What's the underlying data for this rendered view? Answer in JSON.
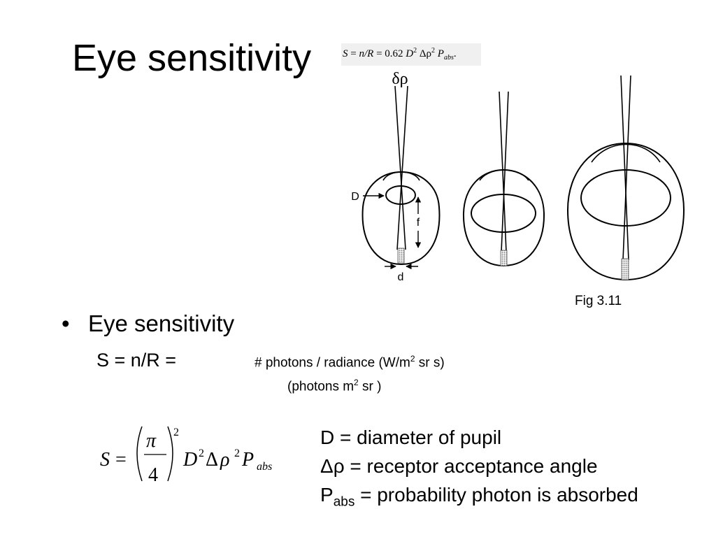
{
  "slide": {
    "title": "Eye sensitivity",
    "figure_label": "Fig 3.11",
    "bullet": "Eye sensitivity",
    "sn_prefix": "S = n/R =",
    "unit_line1_a": "# photons  / radiance (W/m",
    "unit_line1_sup": "2",
    "unit_line1_b": " sr  s)",
    "unit_line2_a": "(photons m",
    "unit_line2_sup": "2",
    "unit_line2_b": " sr )"
  },
  "figure": {
    "caption_s": "S",
    "caption_eq": " = ",
    "caption_nr": "n/R",
    "caption_rest": " = 0.62 ",
    "caption_d": "D",
    "caption_sup1": "2",
    "caption_drho": " Δρ",
    "caption_sup2": "2",
    "caption_p": " P",
    "caption_sub": "abs",
    "caption_end": ".",
    "delta_rho": "δρ",
    "label_D": "D",
    "label_f": "f",
    "label_d": "d"
  },
  "equation": {
    "lhs": "S",
    "equals": "=",
    "numerator": "π",
    "denominator": "4",
    "paren_exp": "2",
    "D": "D",
    "D_exp": "2",
    "delta": "Δ",
    "rho": "ρ",
    "rho_exp": "2",
    "P": "P",
    "P_sub": "abs"
  },
  "definitions": {
    "d_line": "D = diameter of pupil",
    "rho_line": "Δρ = receptor acceptance angle",
    "p_main": "P",
    "p_sub": "abs",
    "p_rest": " = probability photon is absorbed"
  }
}
